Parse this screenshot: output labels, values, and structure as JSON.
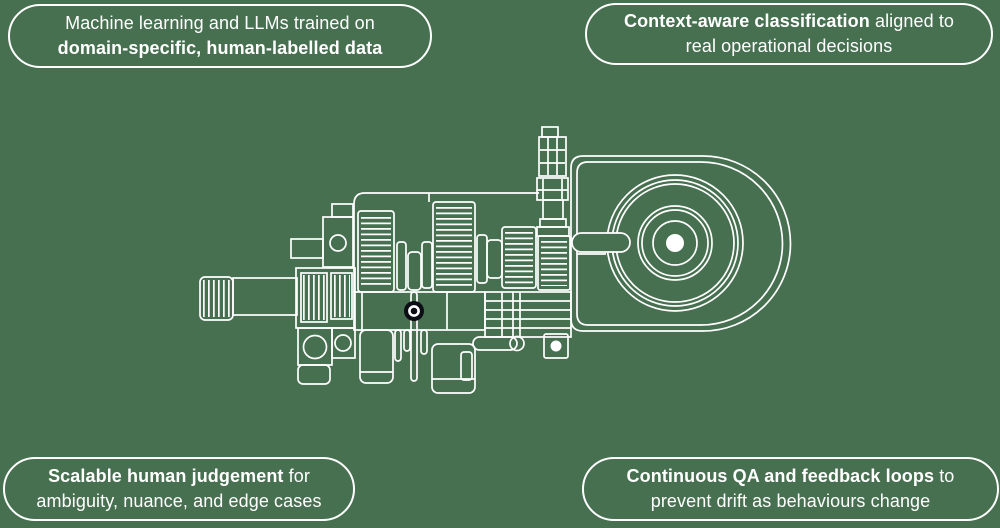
{
  "colors": {
    "background": "#477050",
    "line": "#FFFFFF",
    "pin_dot": "#0D0D15"
  },
  "callouts": {
    "top_left": {
      "lines": [
        [
          {
            "text": "Machine learning and LLMs trained on",
            "bold": false
          }
        ],
        [
          {
            "text": "domain-specific, human-labelled data",
            "bold": true
          }
        ]
      ]
    },
    "top_right": {
      "lines": [
        [
          {
            "text": "Context-aware classification",
            "bold": true
          },
          {
            "text": " aligned to",
            "bold": false
          }
        ],
        [
          {
            "text": "real operational decisions",
            "bold": false
          }
        ]
      ]
    },
    "bottom_left": {
      "lines": [
        [
          {
            "text": "Scalable human judgement",
            "bold": true
          },
          {
            "text": " for",
            "bold": false
          }
        ],
        [
          {
            "text": "ambiguity, nuance, and edge cases",
            "bold": false
          }
        ]
      ]
    },
    "bottom_right": {
      "lines": [
        [
          {
            "text": "Continuous QA and feedback loops",
            "bold": true
          },
          {
            "text": " to",
            "bold": false
          }
        ],
        [
          {
            "text": "prevent drift as behaviours change",
            "bold": false
          }
        ]
      ]
    }
  },
  "illustration": {
    "icon": "gearbox-motor-line-drawing"
  }
}
